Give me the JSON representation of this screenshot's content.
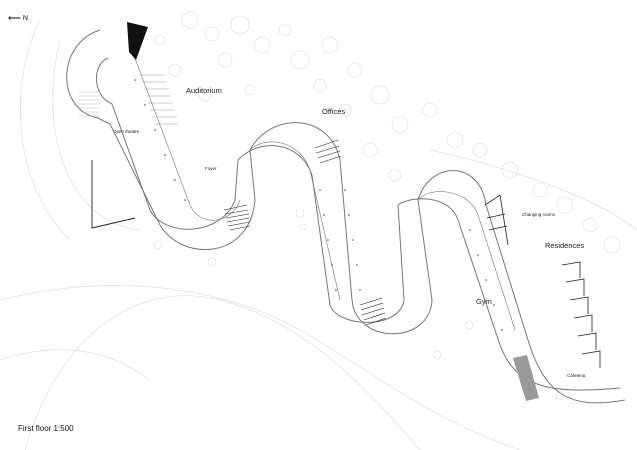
{
  "north_label": "N",
  "north_arrow_glyph": "⟵",
  "caption": "First floor 1:500",
  "labels": {
    "auditorium": "Auditorium",
    "offices": "Offices",
    "open_theatre": "Open theatre",
    "foyer": "Foyer",
    "changing_rooms": "Changing rooms",
    "residences": "Residences",
    "gym": "Gym",
    "cafeteria": "Cafeteria"
  },
  "colors": {
    "line": "#777777",
    "dark_line": "#222222",
    "tree": "#d8d8d8",
    "black_fill": "#111111",
    "grey_fill": "#9a9a9a"
  }
}
